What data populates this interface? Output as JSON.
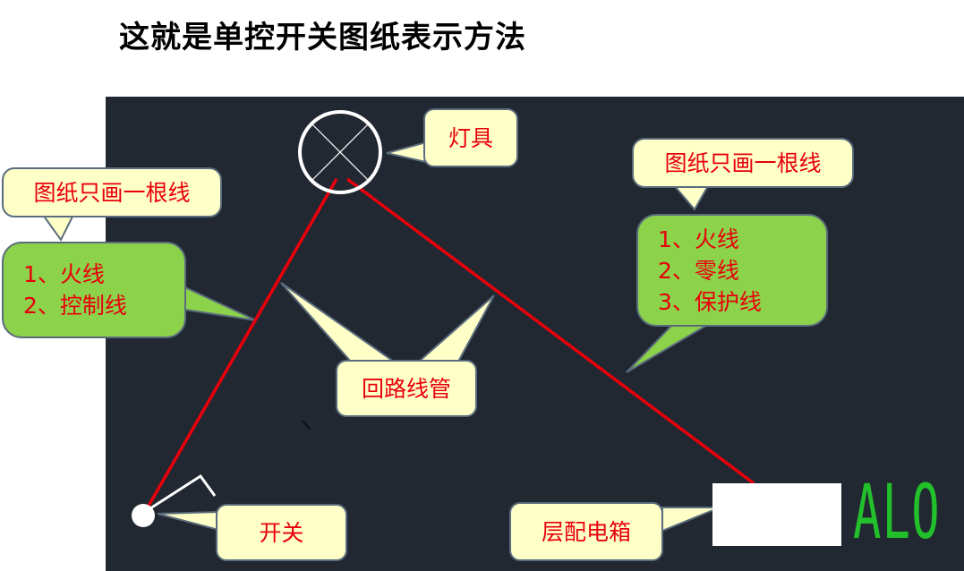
{
  "title": "这就是单控开关图纸表示方法",
  "callouts": {
    "lamp": "灯具",
    "left_note": "图纸只画一根线",
    "left_lines": [
      "1、火线",
      "2、控制线"
    ],
    "right_note": "图纸只画一根线",
    "right_lines": [
      "1、火线",
      "2、零线",
      "3、保护线"
    ],
    "conduit": "回路线管",
    "switch": "开关",
    "panel": "层配电箱"
  },
  "panel_label": "ALO",
  "colors": {
    "canvas_bg": "#222832",
    "wire": "#e8000b",
    "callout_yellow": "#ffffc8",
    "callout_green": "#8cd24b",
    "callout_text": "#e8000b",
    "panel_label": "#22c02a"
  }
}
